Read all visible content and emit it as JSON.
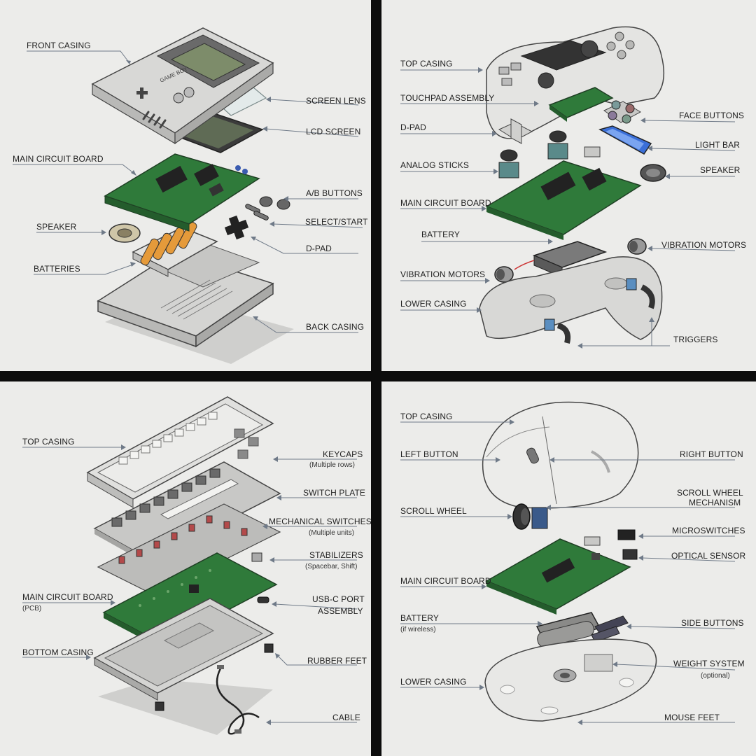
{
  "panels": {
    "gameboy": {
      "front_casing": "FRONT CASING",
      "screen_lens": "SCREEN LENS",
      "lcd_screen": "LCD SCREEN",
      "main_circuit_board": "MAIN CIRCUIT BOARD",
      "ab_buttons": "A/B BUTTONS",
      "select_start": "SELECT/START",
      "speaker": "SPEAKER",
      "d_pad": "D-PAD",
      "batteries": "BATTERIES",
      "back_casing": "BACK CASING",
      "logo_text": "GAME BOY"
    },
    "controller": {
      "top_casing": "TOP CASING",
      "touchpad_assembly": "TOUCHPAD ASSEMBLY",
      "face_buttons": "FACE BUTTONS",
      "d_pad": "D-PAD",
      "light_bar": "LIGHT BAR",
      "analog_sticks": "ANALOG STICKS",
      "speaker": "SPEAKER",
      "main_circuit_board": "MAIN CIRCUIT BOARD",
      "battery": "BATTERY",
      "vibration_motors_right": "VIBRATION MOTORS",
      "vibration_motors_left": "VIBRATION MOTORS",
      "lower_casing": "LOWER CASING",
      "triggers": "TRIGGERS"
    },
    "keyboard": {
      "top_casing": "TOP CASING",
      "keycaps": "KEYCAPS",
      "keycaps_note": "(Multiple rows)",
      "switch_plate": "SWITCH PLATE",
      "mechanical_switches": "MECHANICAL SWITCHES",
      "mechanical_switches_note": "(Multiple units)",
      "stabilizers": "STABILIZERS",
      "stabilizers_note": "(Spacebar, Shift)",
      "main_circuit_board": "MAIN CIRCUIT BOARD",
      "main_circuit_board_note": "(PCB)",
      "usbc_port_line1": "USB-C PORT",
      "usbc_port_line2": "ASSEMBLY",
      "bottom_casing": "BOTTOM CASING",
      "rubber_feet": "RUBBER FEET",
      "cable": "CABLE"
    },
    "mouse": {
      "top_casing": "TOP CASING",
      "left_button": "LEFT BUTTON",
      "right_button": "RIGHT BUTTON",
      "scroll_wheel": "SCROLL WHEEL",
      "scroll_wheel_mechanism_line1": "SCROLL WHEEL",
      "scroll_wheel_mechanism_line2": "MECHANISM",
      "microswitches": "MICROSWITCHES",
      "optical_sensor": "OPTICAL SENSOR",
      "main_circuit_board": "MAIN CIRCUIT BOARD",
      "battery": "BATTERY",
      "battery_note": "(if wireless)",
      "side_buttons": "SIDE BUTTONS",
      "weight_system": "WEIGHT SYSTEM",
      "weight_system_note": "(optional)",
      "lower_casing": "LOWER CASING",
      "mouse_feet": "MOUSE FEET"
    }
  },
  "colors": {
    "background": "#ececea",
    "divider": "#0c0c0c",
    "pcb_green": "#2f7a3a",
    "casing_grey": "#d8d8d6",
    "leader_line": "#6f7a88",
    "light_bar_blue": "#3a6fd8",
    "battery_orange": "#e59a3a"
  }
}
